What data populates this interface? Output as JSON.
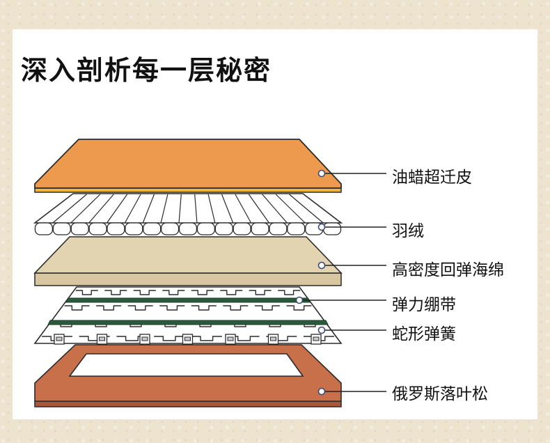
{
  "title": "深入剖析每一层秘密",
  "layers": [
    {
      "label": "油蜡超迁皮"
    },
    {
      "label": "羽绒"
    },
    {
      "label": "高密度回弹海绵"
    },
    {
      "label": "弹力绷带"
    },
    {
      "label": "蛇形弹簧"
    },
    {
      "label": "俄罗斯落叶松"
    }
  ],
  "colors": {
    "leather": "#ee9a4e",
    "leather_edge": "#f4b240",
    "foam": "#e3d4b1",
    "webbing": "#2c5a3c",
    "wood": "#c8704a",
    "outline": "#2a2a2a"
  }
}
